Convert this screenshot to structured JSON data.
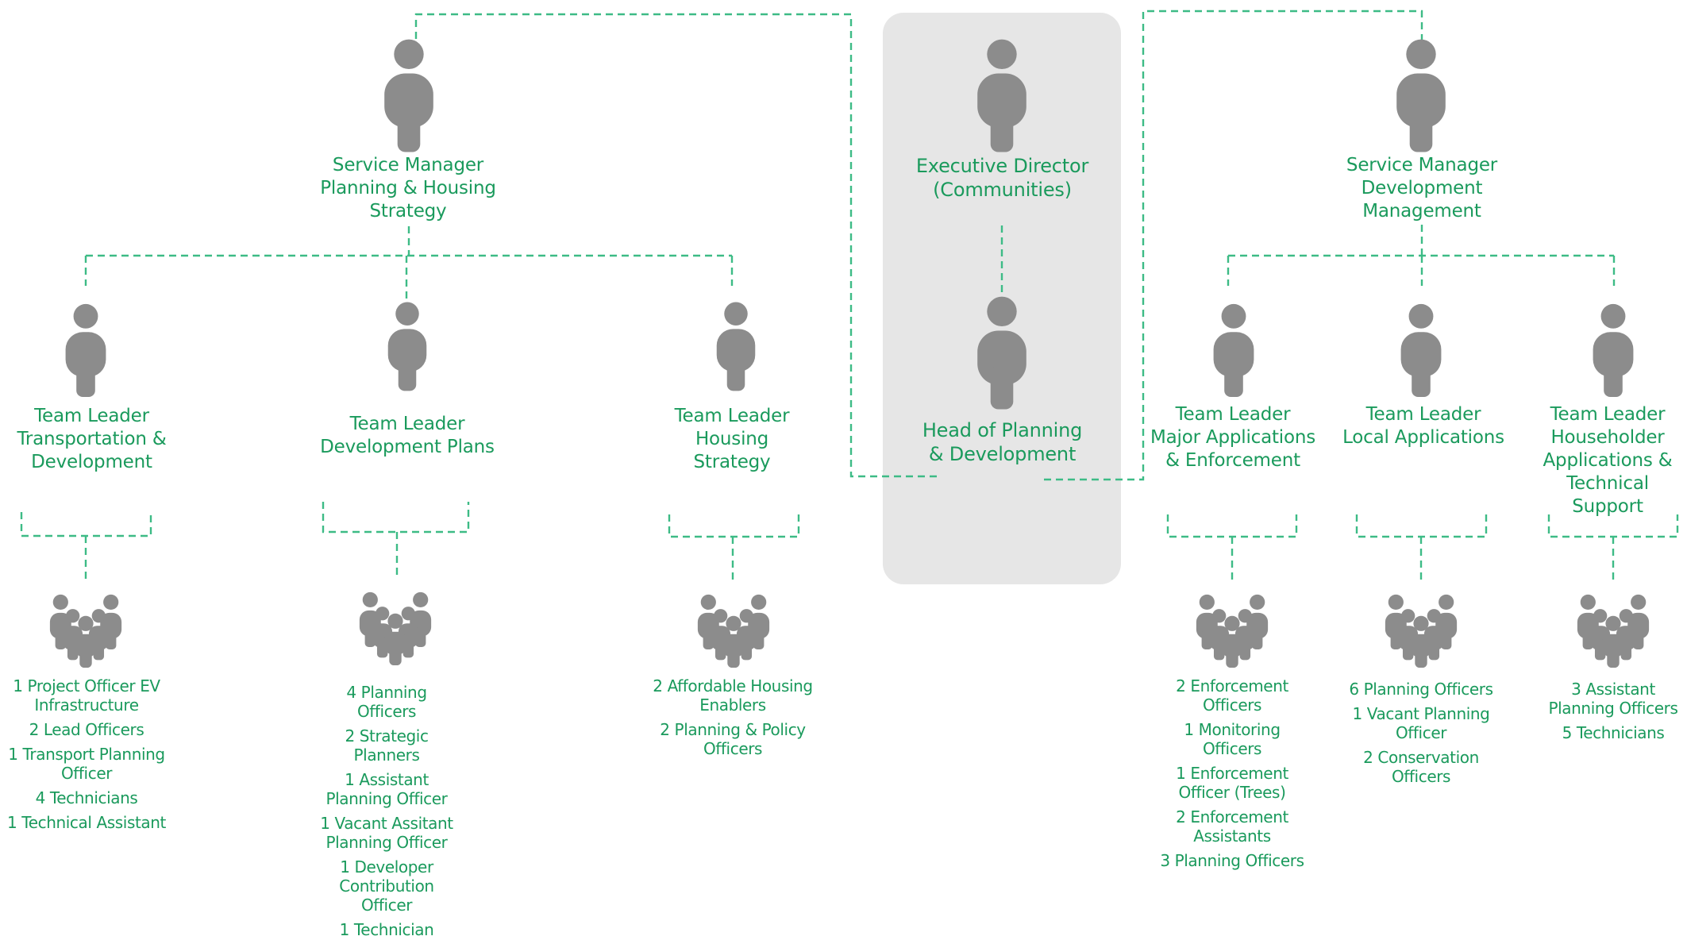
{
  "executive": {
    "title": "Executive Director (Communities)",
    "head": "Head of Planning & Development"
  },
  "managers": {
    "left": "Service Manager Planning & Housing Strategy",
    "right": "Service Manager Development Management"
  },
  "team_leaders": [
    "Team Leader Transportation & Development",
    "Team Leader Development Plans",
    "Team Leader Housing Strategy",
    "Team Leader Major Applications & Enforcement",
    "Team Leader Local Applications",
    "Team Leader Householder Applications & Technical Support"
  ],
  "teams": [
    [
      "1 Project Officer EV Infrastructure",
      "2 Lead Officers",
      "1 Transport Planning Officer",
      "4 Technicians",
      "1 Technical Assistant"
    ],
    [
      "4 Planning Officers",
      "2 Strategic Planners",
      "1 Assistant Planning Officer",
      "1 Vacant Assitant Planning Officer",
      "1 Developer Contribution Officer",
      "1 Technician"
    ],
    [
      "2 Affordable Housing Enablers",
      "2 Planning & Policy Officers"
    ],
    [
      "2 Enforcement Officers",
      "1 Monitoring Officers",
      "1 Enforcement Officer (Trees)",
      "2 Enforcement Assistants",
      "3 Planning Officers"
    ],
    [
      "6 Planning Officers",
      "1 Vacant Planning Officer",
      "2 Conservation Officers"
    ],
    [
      "3 Assistant Planning Officers",
      "5 Technicians"
    ]
  ],
  "colors": {
    "text": "#1a9a5c",
    "connector": "#3dbb86",
    "icon": "#8c8c8c",
    "panel": "#e6e6e6"
  }
}
